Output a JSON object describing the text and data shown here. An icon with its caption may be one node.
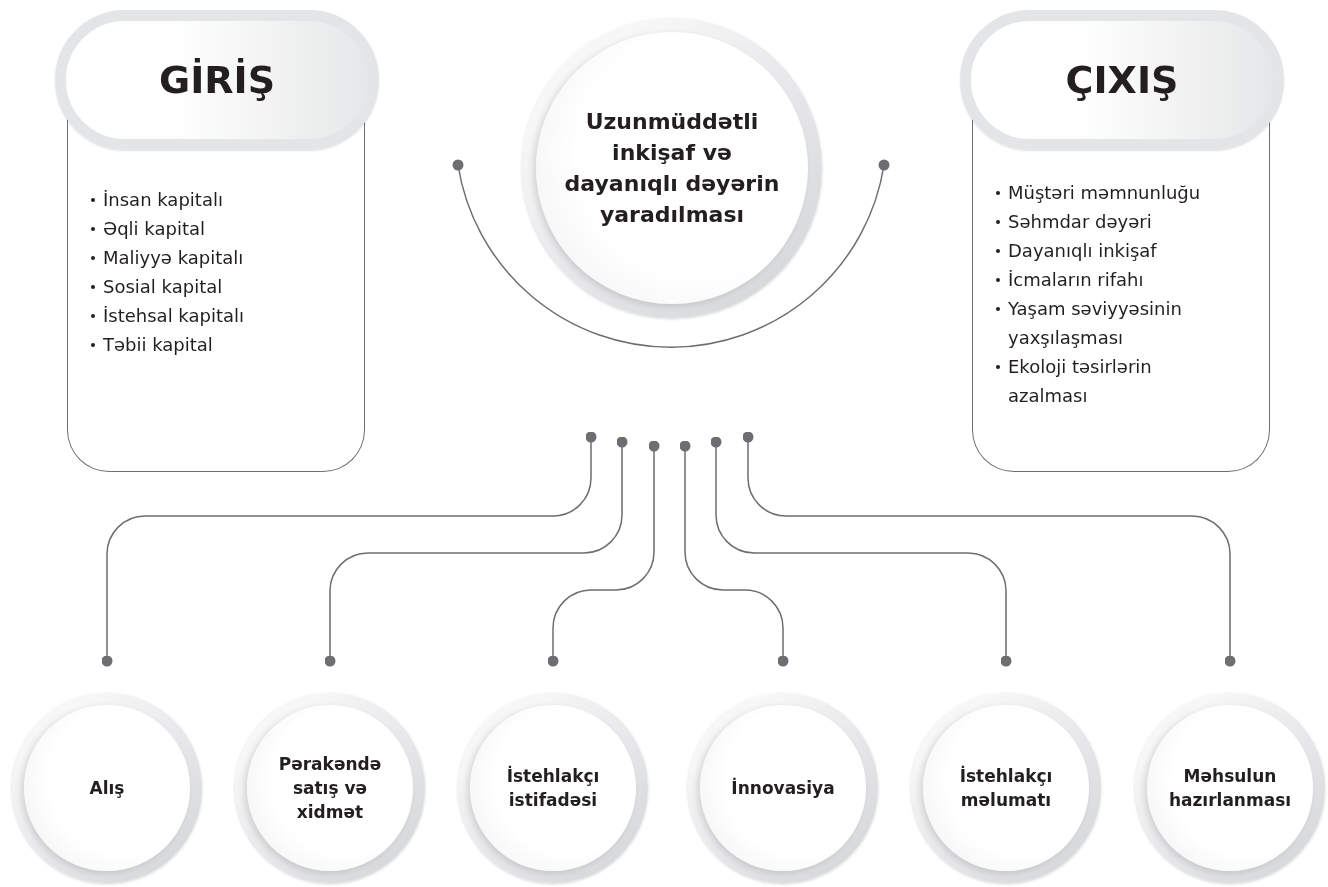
{
  "diagram": {
    "nodes": [
      {
        "text": [
          "GİRİŞ",
          "İnsan kapitalı",
          "Əqli kapital",
          "Maliyyə kapitalı",
          "Sosial kapital",
          "İstehsal kapitalı",
          "Təbii kapital"
        ]
      },
      {
        "text": [
          "Uzunmüddətli inkişaf və dayanıqlı dəyərin yaradılması"
        ]
      },
      {
        "text": [
          "ÇIXIŞ",
          "Müştəri məmnunluğu",
          "Səhmdar dəyəri",
          "Dayanıqlı inkişaf",
          "İcmaların rifahı",
          "Yaşam səviyyəsinin yaxşılaşması",
          "Ekoloji təsirlərin azalması"
        ]
      },
      {
        "text": [
          "Alış"
        ]
      },
      {
        "text": [
          "Pərakəndə satış və xidmət"
        ]
      },
      {
        "text": [
          "İstehlakçı istifadəsi"
        ]
      },
      {
        "text": [
          "İnnovasiya"
        ]
      },
      {
        "text": [
          "İstehlakçı məlumatı"
        ]
      },
      {
        "text": [
          "Məhsulun hazırlanması"
        ]
      }
    ],
    "edges": [
      {
        "from": 1,
        "to": 3,
        "arrow": "other"
      },
      {
        "from": 1,
        "to": 4,
        "arrow": "other"
      },
      {
        "from": 1,
        "to": 5,
        "arrow": "other"
      },
      {
        "from": 1,
        "to": 6,
        "arrow": "other"
      },
      {
        "from": 1,
        "to": 7,
        "arrow": "other"
      },
      {
        "from": 1,
        "to": 8,
        "arrow": "other"
      }
    ]
  }
}
